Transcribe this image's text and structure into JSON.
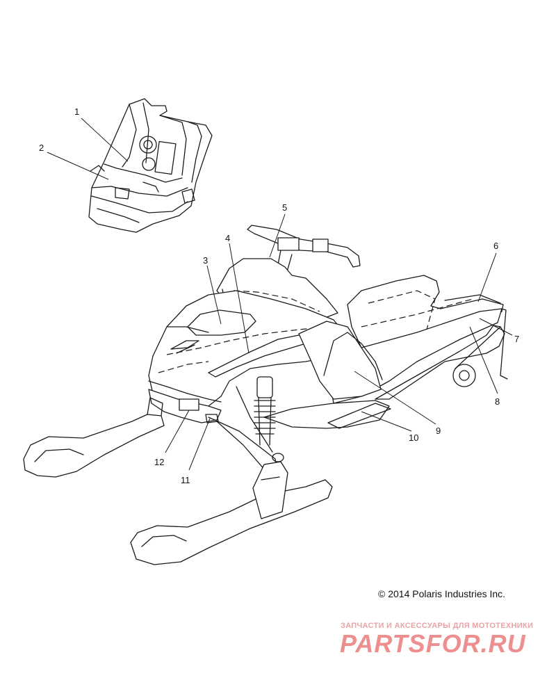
{
  "callouts": [
    {
      "id": "1",
      "label": "1"
    },
    {
      "id": "2",
      "label": "2"
    },
    {
      "id": "3",
      "label": "3"
    },
    {
      "id": "4",
      "label": "4"
    },
    {
      "id": "5",
      "label": "5"
    },
    {
      "id": "6",
      "label": "6"
    },
    {
      "id": "7",
      "label": "7"
    },
    {
      "id": "8",
      "label": "8"
    },
    {
      "id": "9",
      "label": "9"
    },
    {
      "id": "10",
      "label": "10"
    },
    {
      "id": "11",
      "label": "11"
    },
    {
      "id": "12",
      "label": "12"
    }
  ],
  "copyright": "© 2014 Polaris Industries Inc.",
  "watermark": {
    "tagline": "ЗАПЧАСТИ И АКСЕССУАРЫ ДЛЯ МОТОТЕХНИКИ",
    "logo_text": "PARTSFOR.RU",
    "color": "#ee8f8f"
  },
  "line_color": "#1a1a1a"
}
